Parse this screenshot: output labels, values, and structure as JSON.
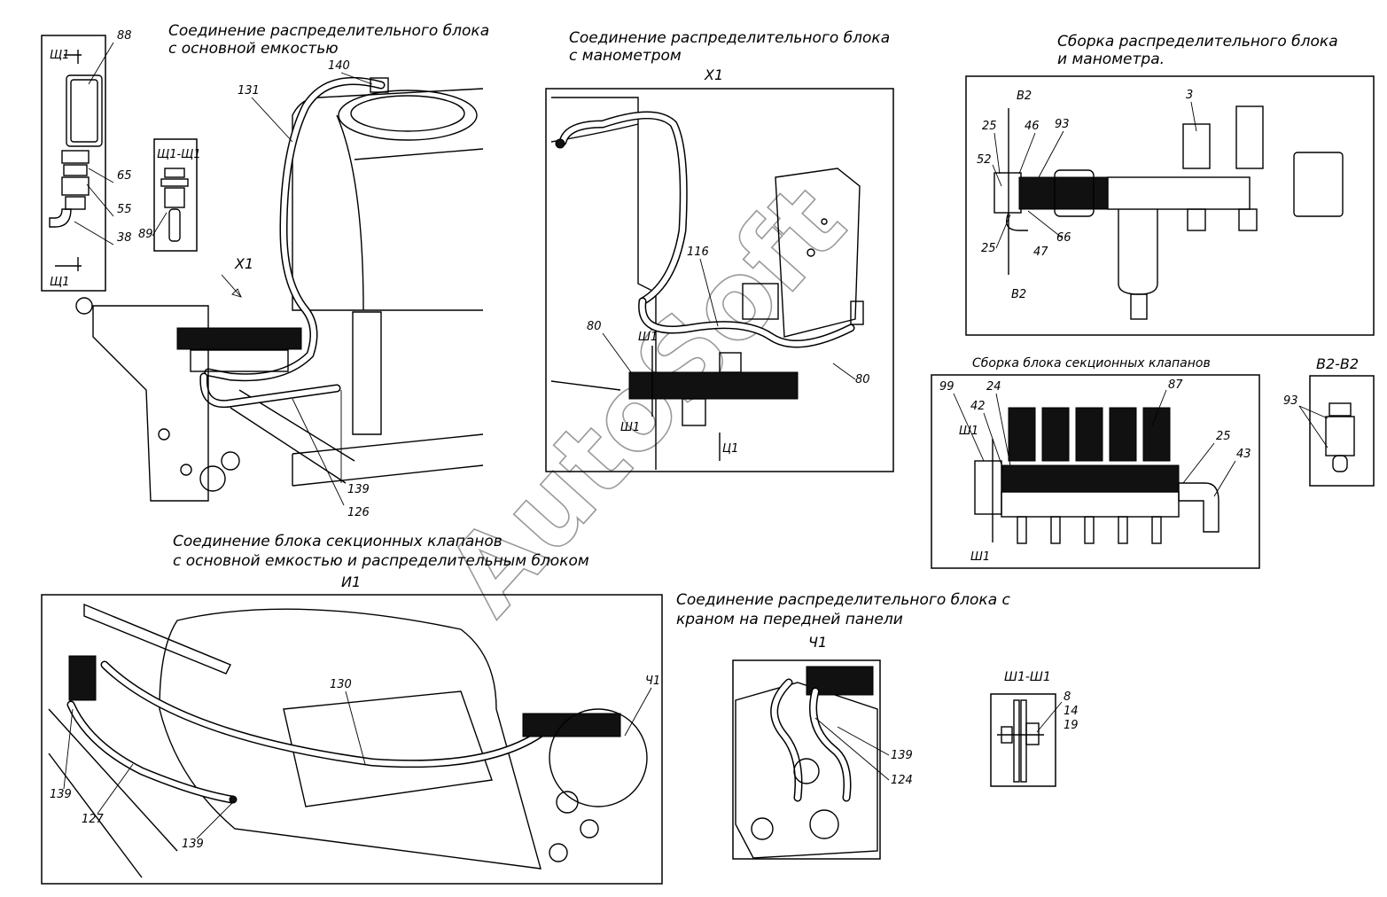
{
  "titles": {
    "tank_connection": [
      "Соединение распределительного блока",
      "с основной емкостью"
    ],
    "gauge_connection": [
      "Соединение распределительного блока",
      "с манометром"
    ],
    "assembly_gauge": [
      "Сборка распределительного блока",
      "и манометра."
    ],
    "section_valves_assembly": "Сборка блока секционных клапанов",
    "section_valves_connection": [
      "Соединение  блока секционных клапанов",
      "с основной емкостью и распределительным блоком"
    ],
    "front_panel_connection": [
      "Соединение распределительного блока с",
      "краном на передней панели"
    ]
  },
  "views": {
    "x1_a": "X1",
    "x1_b": "X1",
    "i1": "И1",
    "ch1": "Ч1",
    "sh1_sh1_small": "Щ1-Щ1",
    "sh1_sh1": "Ш1-Ш1",
    "v2_v2": "В2-В2",
    "v2": "В2",
    "sh1": "Ш1",
    "c1": "Ц1",
    "shch1": "Щ1"
  },
  "callouts": {
    "tank": [
      "88",
      "65",
      "55",
      "38",
      "89",
      "140",
      "131",
      "139",
      "126"
    ],
    "gauge": [
      "116",
      "80",
      "80"
    ],
    "assembly": [
      "25",
      "46",
      "93",
      "3",
      "52",
      "25",
      "66",
      "47"
    ],
    "section": [
      "99",
      "24",
      "42",
      "87",
      "25",
      "43"
    ],
    "v2v2": [
      "93"
    ],
    "i1": [
      "130",
      "139",
      "127",
      "139"
    ],
    "ch1": [
      "139",
      "124"
    ],
    "sh1sh1": [
      "8",
      "14",
      "19"
    ]
  },
  "watermark": "AutoSoft"
}
